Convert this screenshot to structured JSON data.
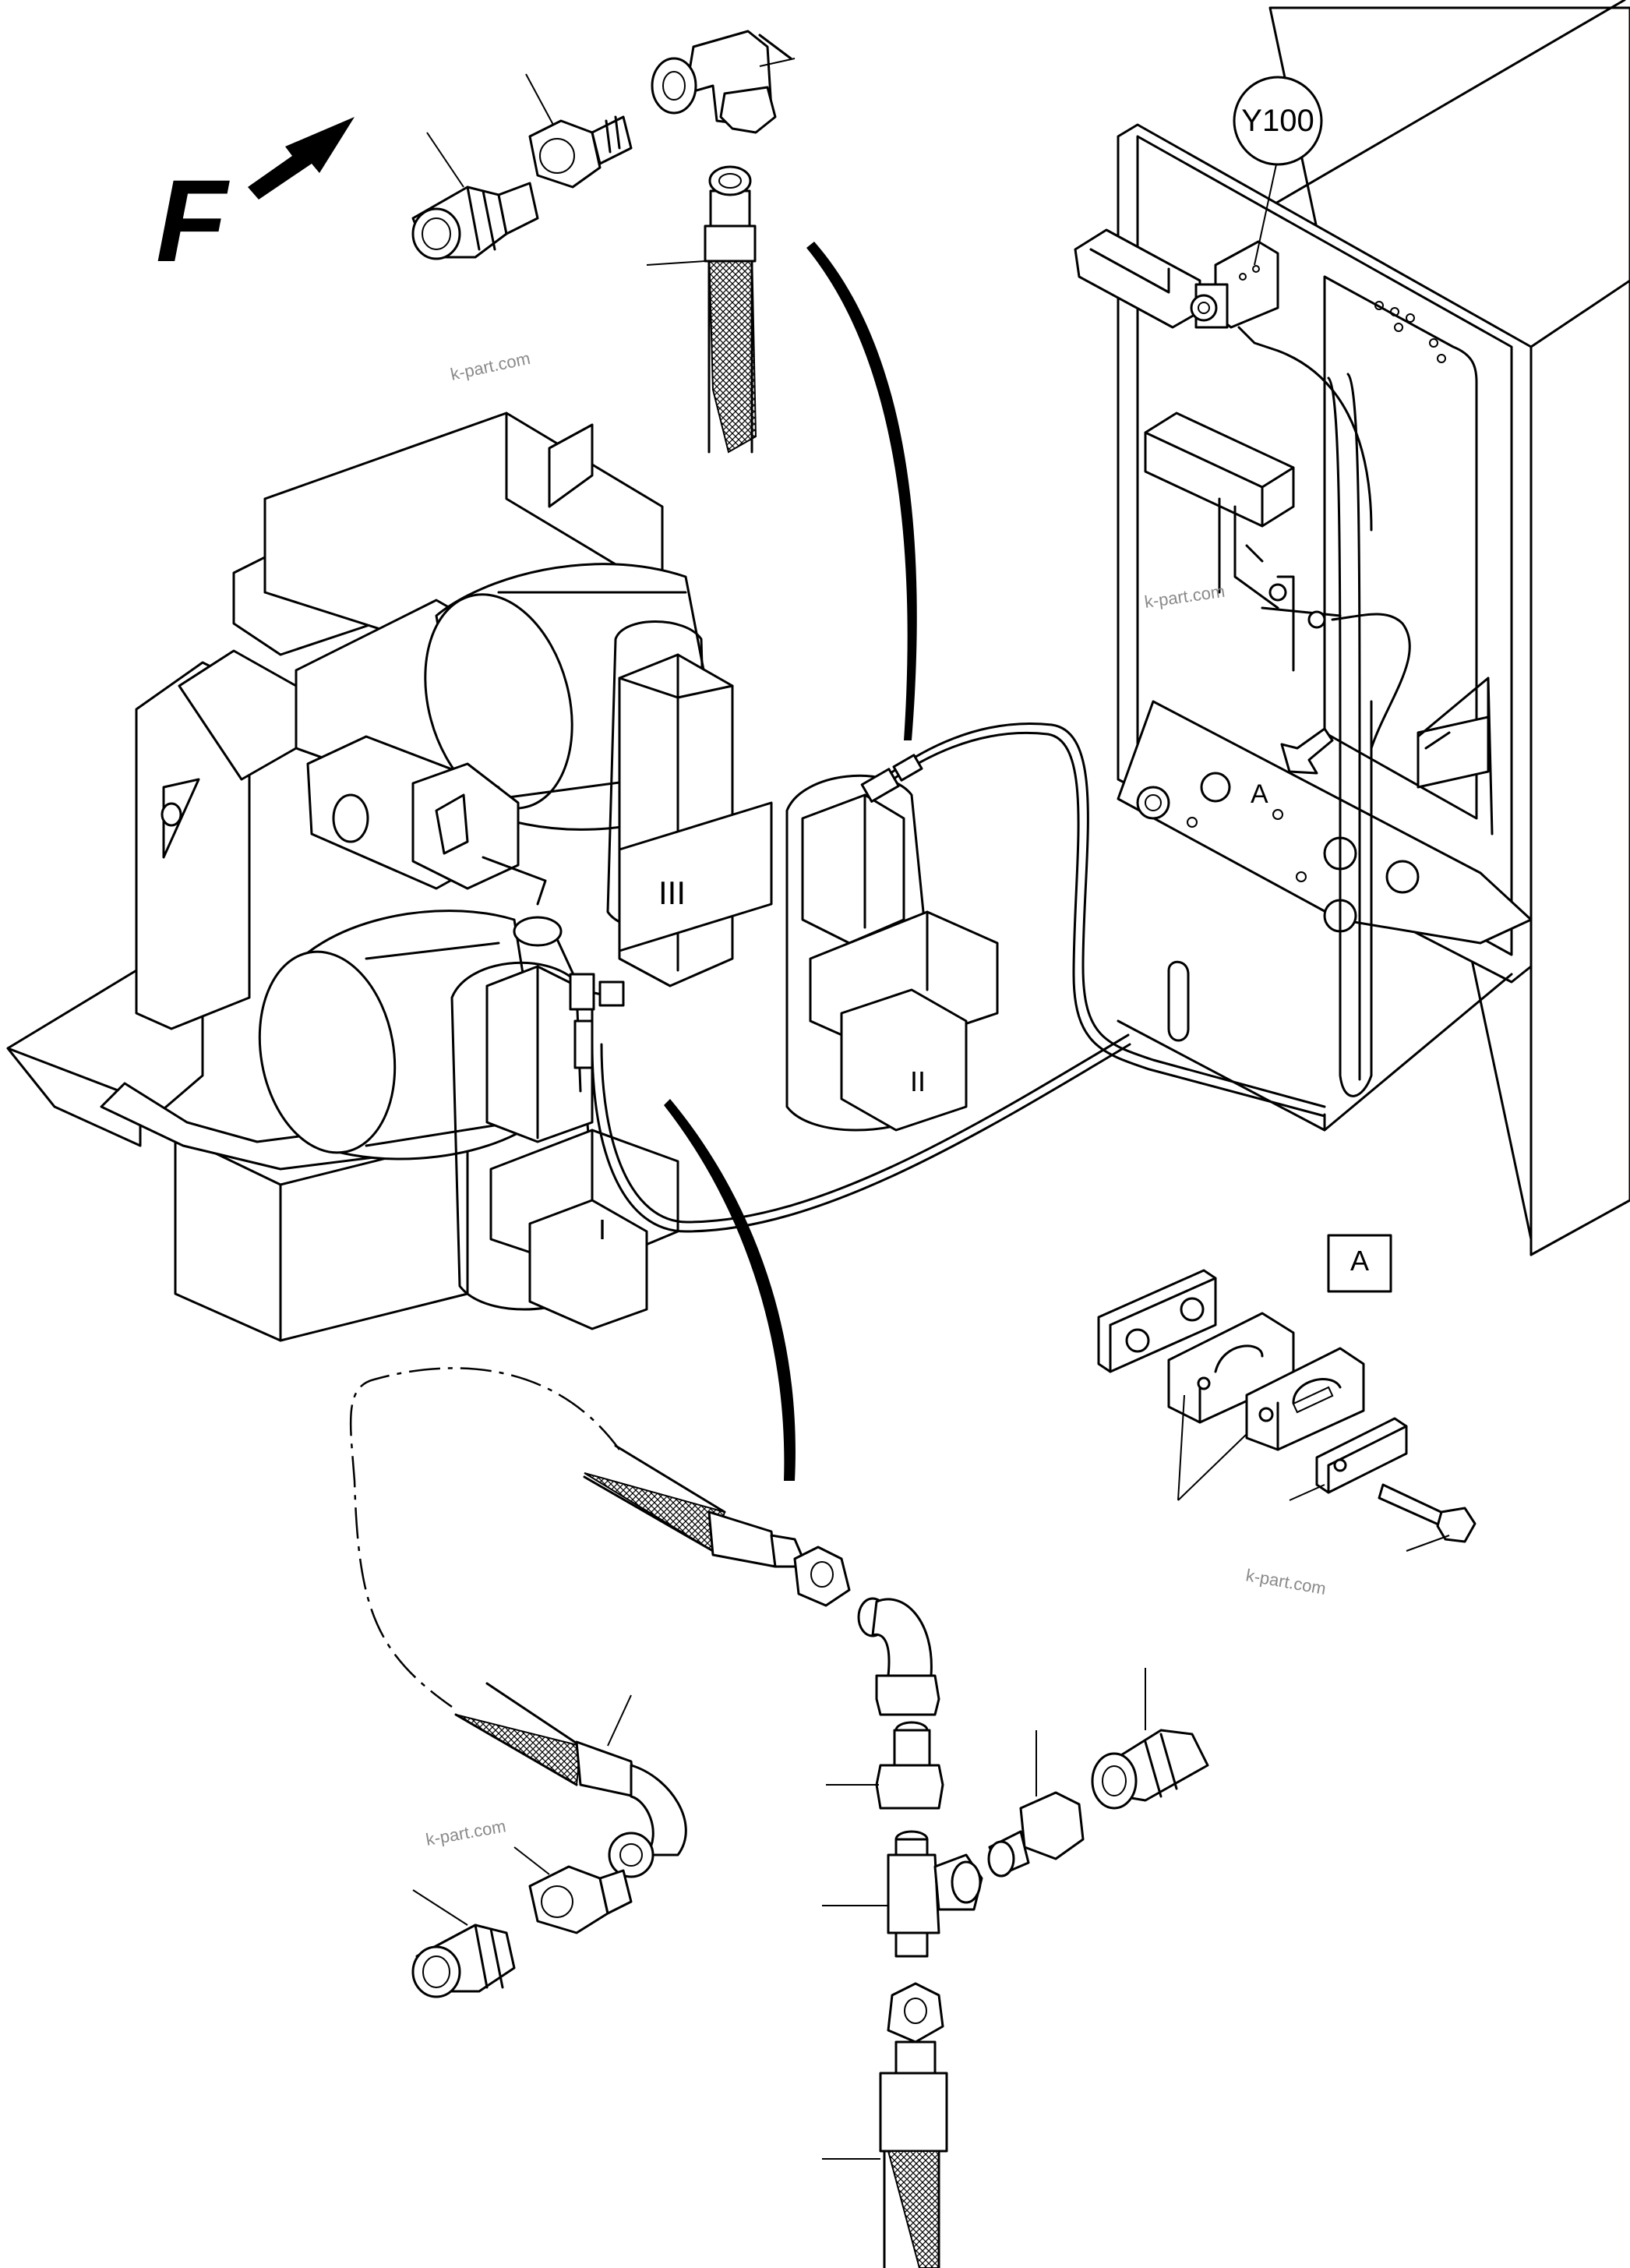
{
  "labels": {
    "view_letter": "F",
    "valve_callout": "Y100",
    "detail_arrow_label": "A",
    "detail_box_label": "A",
    "roman_1": "I",
    "roman_2": "II",
    "roman_3": "III"
  },
  "watermarks": [
    "k-part.com",
    "k-part.com",
    "k-part.com",
    "k-part.com"
  ],
  "colors": {
    "ink": "#000000",
    "watermark": "#8a8a8a",
    "paper": "#ffffff"
  }
}
